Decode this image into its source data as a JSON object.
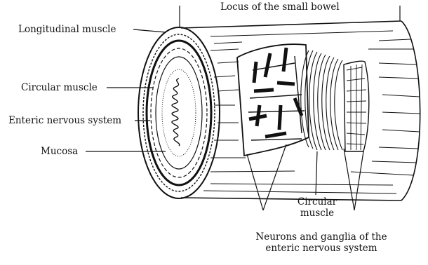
{
  "labels": {
    "locus": "Locus of the small bowel",
    "longitudinal_muscle": "Longitudinal muscle",
    "circular_muscle": "Circular muscle",
    "enteric_nervous_system": "Enteric nervous system",
    "mucosa": "Mucosa",
    "circular_muscle_inner_line1": "Circular",
    "circular_muscle_inner_line2": "muscle",
    "neurons_line1": "Neurons and ganglia of the",
    "neurons_line2": "enteric nervous system"
  },
  "colors": {
    "ink": "#111111",
    "paper": "#ffffff",
    "stipple": "#555555"
  }
}
